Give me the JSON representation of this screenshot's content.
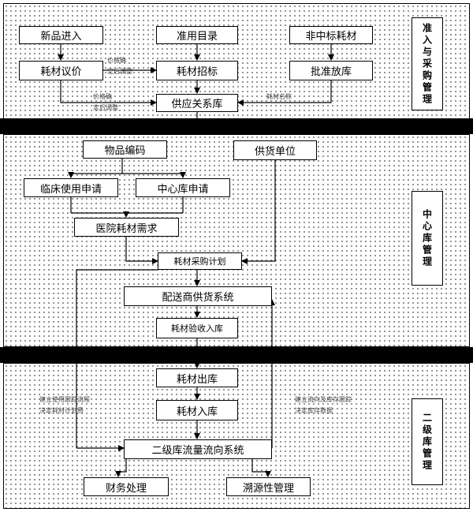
{
  "sections": {
    "procurement": {
      "label": "准入与采购管理"
    },
    "central": {
      "label": "中心库管理"
    },
    "secondary": {
      "label": "二级库管理"
    }
  },
  "nodes": {
    "new_product": "新品进入",
    "approved_catalog": "准用目录",
    "non_bid": "非中标耗材",
    "pricing": "耗材议价",
    "tendering": "耗材招标",
    "approval_storage": "批准放库",
    "supply_db": "供应关系库",
    "item_coding": "物品编码",
    "supplier": "供货单位",
    "clinical_request": "临床使用申请",
    "central_request": "中心库申请",
    "hospital_demand": "医院耗材需求",
    "procurement_plan": "耗材采购计划",
    "distributor_system": "配送商供货系统",
    "acceptance": "耗材验收入库",
    "outbound": "耗材出库",
    "inbound": "耗材入库",
    "secondary_system": "二级库流量流向系统",
    "finance": "财务处理",
    "traceability": "溯源性管理"
  },
  "notes": {
    "n1_line1": "价格确",
    "n1_line2": "定后调整",
    "n2_line1": "价格确",
    "n2_line2": "定后调整",
    "n3": "耗材名称",
    "n4_line1": "建立使用跟踪流程",
    "n4_line2": "决定耗材计划费",
    "n5_line1": "建立流向及库存跟踪",
    "n5_line2": "决定库存数据"
  }
}
